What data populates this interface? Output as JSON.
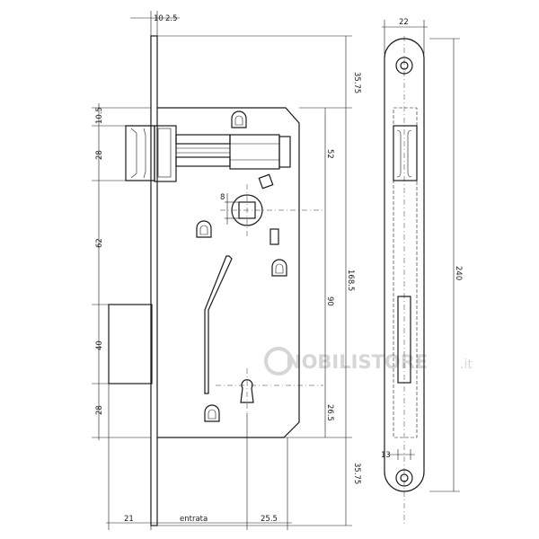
{
  "dimensions": {
    "top_offset": "10",
    "top_offset2": "2.5",
    "faceplate_width": "22",
    "top_margin": "35.75",
    "latch_offset": "10.5",
    "latch_height": "28",
    "follower_to_latch": "52",
    "follower_size": "8",
    "follower_to_bolt": "62",
    "total_height_inner": "168.5",
    "follower_to_key": "90",
    "total_height": "240",
    "bolt_height": "40",
    "key_to_bottom": "26.5",
    "bottom_offset": "28",
    "bottom_margin": "35.75",
    "bolt_projection": "21",
    "backset_label": "entrata",
    "backset_offset": "25.5",
    "bolt_slot_offset": "13"
  },
  "watermark": {
    "brand": "NOBILISTORE",
    "suffix": ".it",
    "color": "#d6d6d6"
  }
}
